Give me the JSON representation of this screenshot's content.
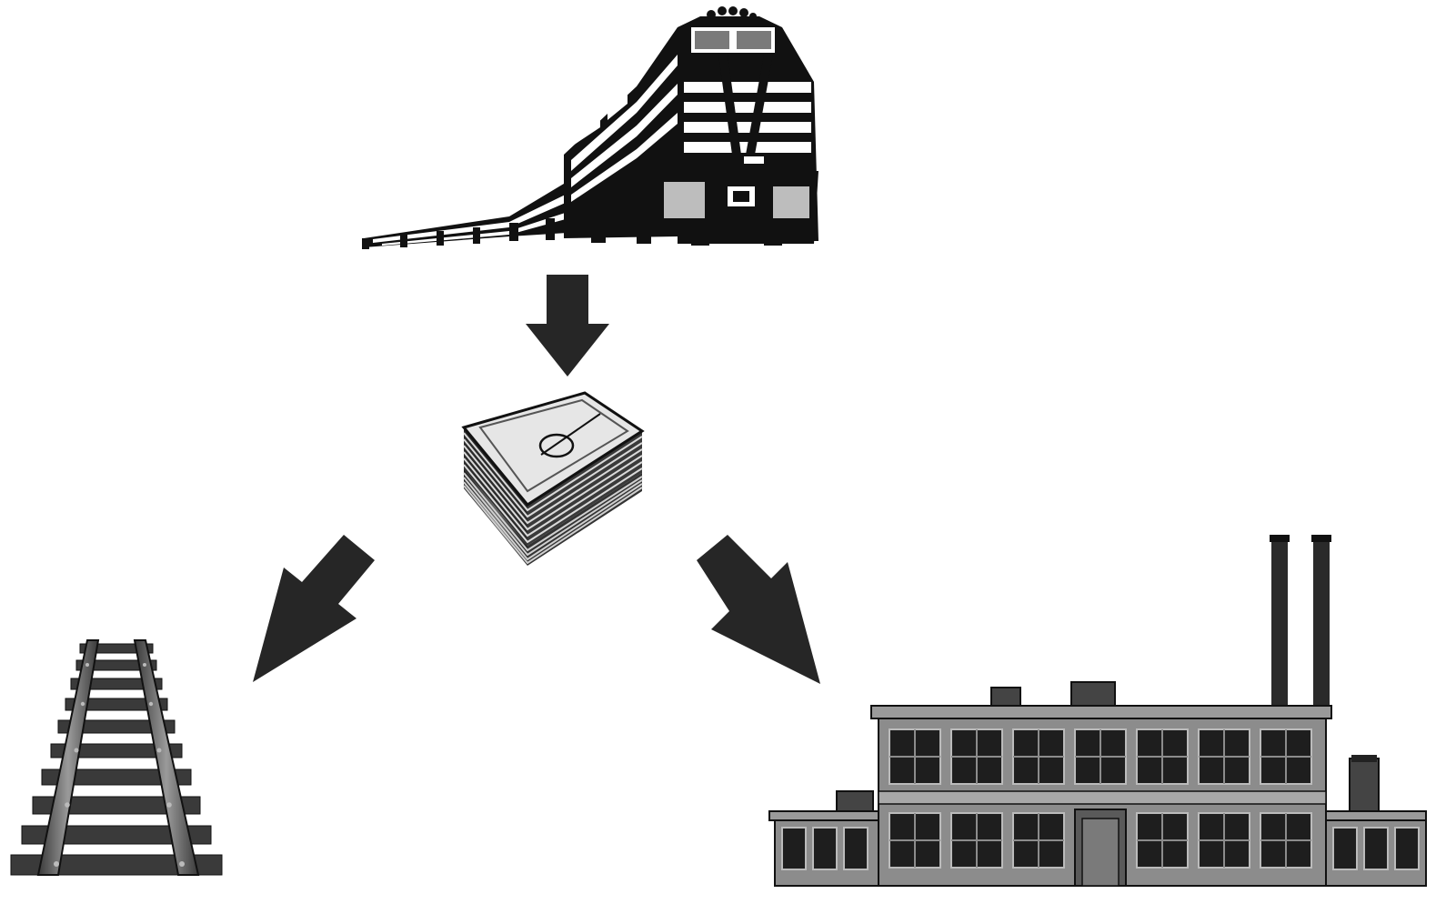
{
  "diagram": {
    "nodes": [
      {
        "id": "train",
        "icon": "locomotive-icon"
      },
      {
        "id": "money",
        "icon": "money-stack-icon"
      },
      {
        "id": "track",
        "icon": "railroad-track-icon"
      },
      {
        "id": "factory",
        "icon": "factory-icon"
      }
    ],
    "edges": [
      {
        "from": "train",
        "to": "money"
      },
      {
        "from": "money",
        "to": "track"
      },
      {
        "from": "money",
        "to": "factory"
      }
    ],
    "colors": {
      "background": "#ffffff",
      "ink": "#111111",
      "arrow": "#262626",
      "mid_gray": "#8a8a8a",
      "light_gray": "#d8d8d8",
      "factory_wall": "#8c8c8c"
    }
  }
}
